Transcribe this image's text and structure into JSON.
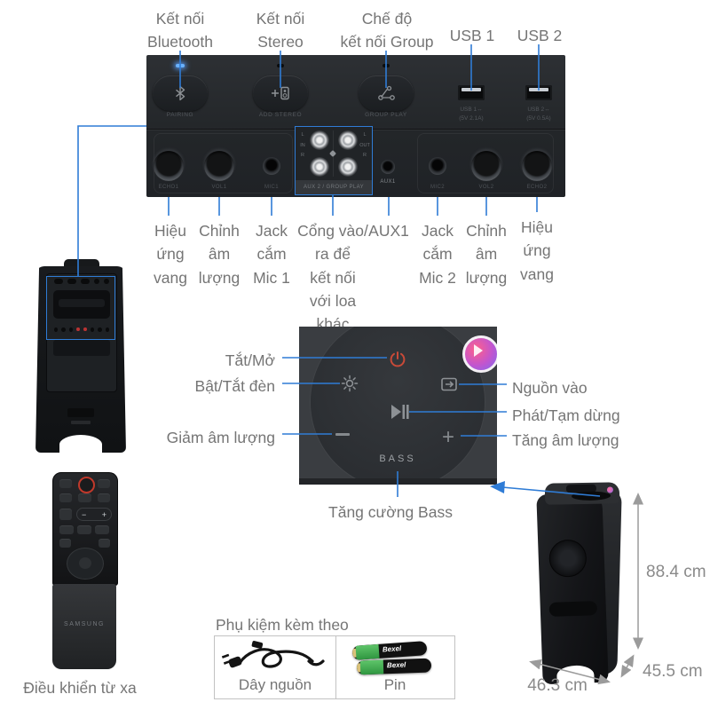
{
  "palette": {
    "callout_blue": "#2f7cd6",
    "label_gray": "#757575",
    "dimension_gray": "#8a8a8a",
    "panel_bg": "#232629",
    "power_red": "#c84a38"
  },
  "top_callouts": [
    {
      "lines": [
        "Kết nối",
        "Bluetooth"
      ]
    },
    {
      "lines": [
        "Kết nối",
        "Stereo"
      ]
    },
    {
      "lines": [
        "Chế độ",
        "kết nối Group"
      ]
    },
    {
      "lines": [
        "USB 1"
      ]
    },
    {
      "lines": [
        "USB 2"
      ]
    }
  ],
  "rear_panel": {
    "button_labels": [
      "PAIRING",
      "ADD STEREO",
      "GROUP PLAY"
    ],
    "usb_ports": [
      {
        "name": "USB 1↔",
        "spec": "(5V 2.1A)"
      },
      {
        "name": "USB 2↔",
        "spec": "(5V 0.5A)"
      }
    ],
    "jacks": {
      "echo1": "ECHO1",
      "vol1": "VOL1",
      "mic1": "MIC1",
      "aux1": "AUX1",
      "mic2": "MIC2",
      "vol2": "VOL2",
      "echo2": "ECHO2"
    },
    "rca": {
      "caption": "AUX 2 / GROUP PLAY",
      "in_col": [
        "L",
        "IN",
        "R"
      ],
      "out_col": [
        "L",
        "OUT",
        "R"
      ]
    }
  },
  "jack_callouts": [
    {
      "lines": [
        "Hiệu",
        "ứng",
        "vang"
      ]
    },
    {
      "lines": [
        "Chỉnh",
        "âm",
        "lượng"
      ]
    },
    {
      "lines": [
        "Jack",
        "cắm",
        "Mic 1"
      ]
    },
    {
      "lines": [
        "Cổng vào/",
        "ra để",
        "kết nối",
        "với loa",
        "khác"
      ]
    },
    {
      "lines": [
        "AUX1"
      ]
    },
    {
      "lines": [
        "Jack",
        "cắm",
        "Mic 2"
      ]
    },
    {
      "lines": [
        "Chỉnh",
        "âm",
        "lượng"
      ]
    },
    {
      "lines": [
        "Hiệu",
        "ứng",
        "vang"
      ]
    }
  ],
  "top_view": {
    "bass_label": "BASS",
    "plus_glyph": "+",
    "callouts_left": [
      "Tắt/Mở",
      "Bật/Tắt đèn",
      "Giảm âm lượng"
    ],
    "callouts_right": [
      "Nguồn vào",
      "Phát/Tạm dừng",
      "Tăng âm lượng"
    ],
    "callout_bottom": "Tăng cường Bass"
  },
  "remote": {
    "brand": "SAMSUNG",
    "caption": "Điều khiển từ xa",
    "volume_minus": "−",
    "volume_plus": "+"
  },
  "accessories": {
    "title": "Phụ kiệm kèm theo",
    "items": [
      {
        "label": "Dây nguồn"
      },
      {
        "label": "Pin",
        "battery_brand": "Bexel"
      }
    ]
  },
  "dimensions": {
    "height": "88.4 cm",
    "depth": "45.5 cm",
    "width": "46.3 cm"
  }
}
